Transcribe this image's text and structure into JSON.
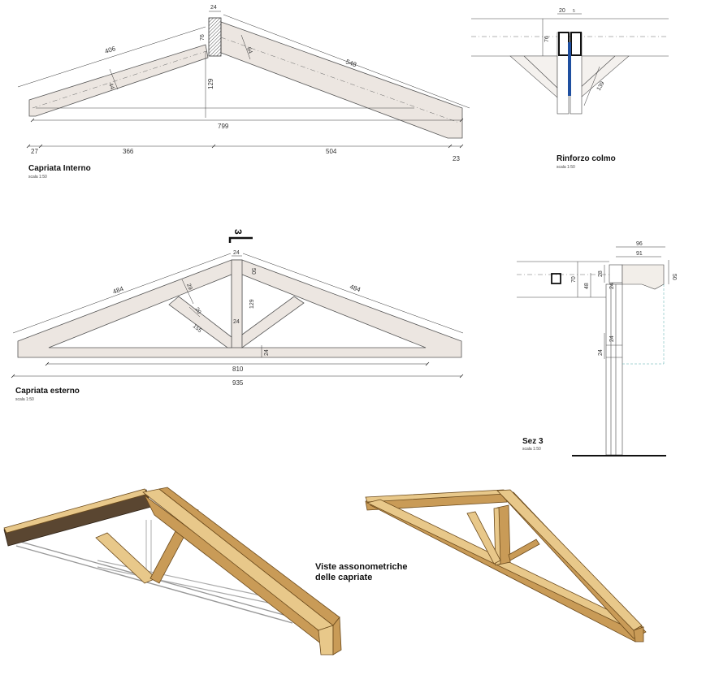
{
  "drawings": {
    "interno": {
      "title": "Capriata Interno",
      "scale": "scala 1:50",
      "dims": {
        "rafter_left": "406",
        "rafter_right": "548",
        "ridge_width": "24",
        "ridge_height": "76",
        "post_height": "129",
        "beam_left": "44",
        "beam_right": "64",
        "span": "799",
        "seg_a": "27",
        "seg_b": "366",
        "seg_c": "504",
        "seg_d": "23"
      }
    },
    "rinforzo": {
      "title": "Rinforzo colmo",
      "scale": "scala 1:50",
      "dims": {
        "w1": "20",
        "w2": "5",
        "h": "76",
        "diag": "139"
      }
    },
    "esterno": {
      "title": "Capriata esterno",
      "scale": "scala 1:50",
      "section_mark": "3",
      "dims": {
        "rafter_left": "484",
        "rafter_right": "484",
        "king_width": "24",
        "king_top": "50",
        "strut": "29",
        "strut_b": "20",
        "strut_len": "155",
        "king_height": "129",
        "king_base": "24",
        "tie": "24",
        "inner_span": "810",
        "total_span": "935"
      }
    },
    "sezione": {
      "title": "Sez 3",
      "scale": "scala 1:50",
      "dims": {
        "w_total": "96",
        "w_inner": "91",
        "h_right": "50",
        "h_70": "70",
        "h_28": "28",
        "h_48": "48",
        "h_24a": "24",
        "h_24b": "24",
        "h_24c": "24"
      }
    }
  },
  "caption": {
    "line1": "Viste assonometriche",
    "line2": "delle capriate"
  },
  "colors": {
    "beam_fill": "#ece6e1",
    "wood_light": "#e8c88a",
    "wood_mid": "#c99b57",
    "wood_dark": "#5a4631",
    "steel": "#1f4fa0"
  }
}
